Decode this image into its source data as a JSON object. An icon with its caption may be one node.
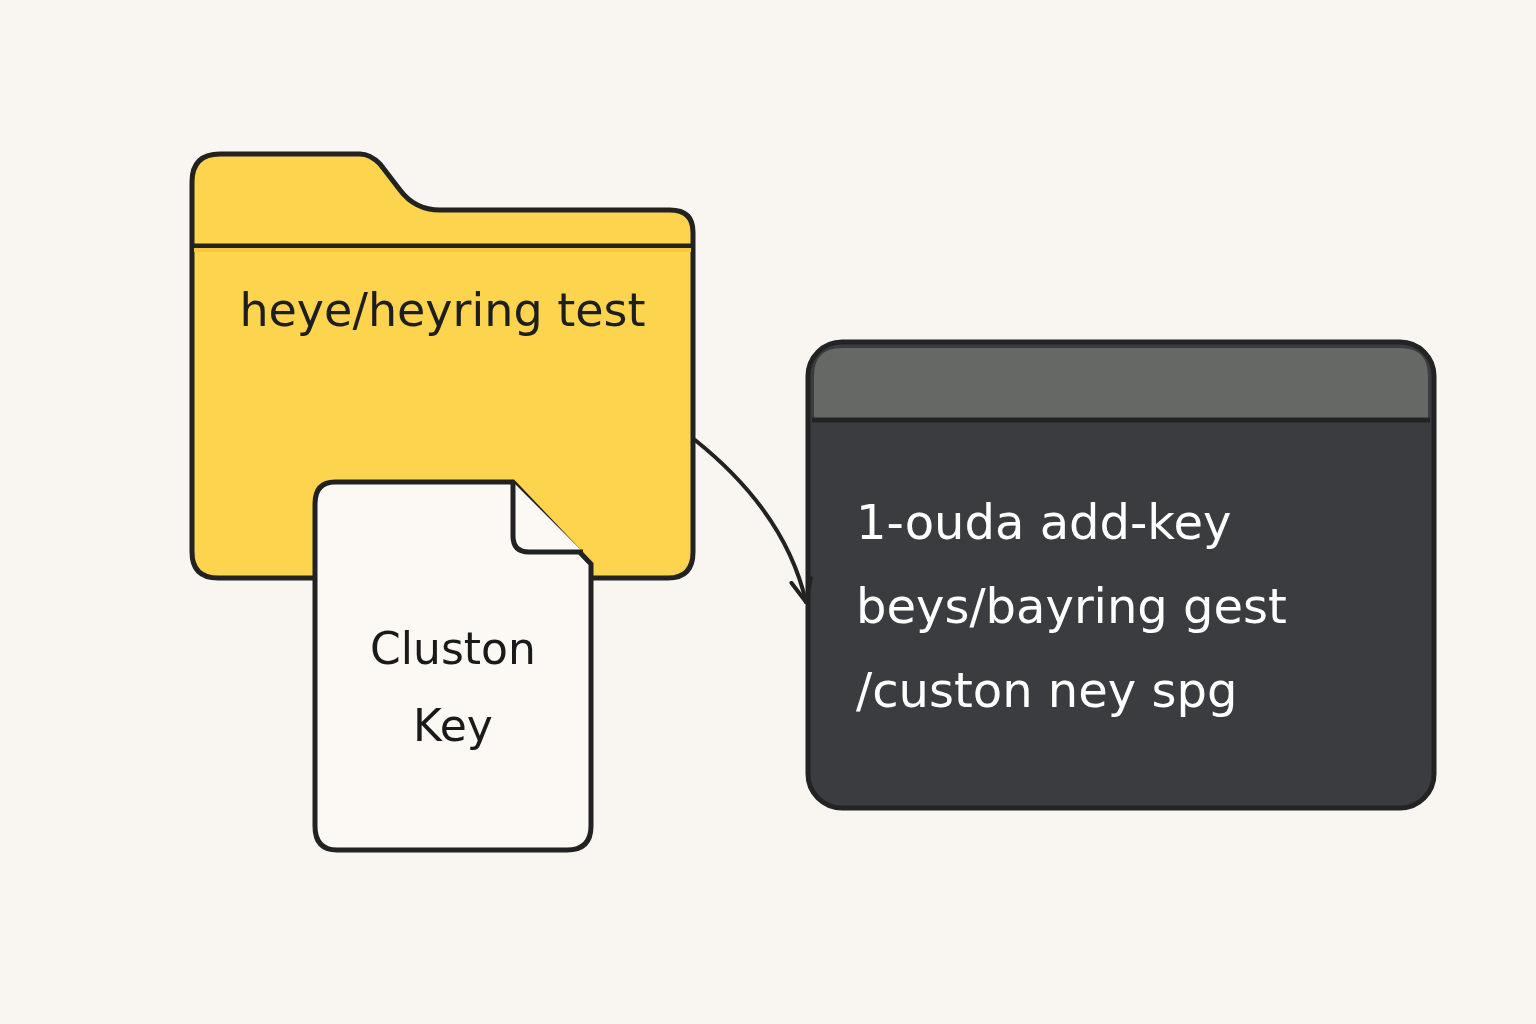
{
  "diagram": {
    "nodes": [
      {
        "text": [
          "heye/heyring test"
        ]
      },
      {
        "text": [
          "Cluston Key"
        ]
      },
      {
        "text": [
          "1-ouda add-key beys/bayring gest /custon ney spg"
        ]
      }
    ],
    "edges": [
      {
        "from": 0,
        "to": 2,
        "arrow": "to"
      }
    ]
  }
}
